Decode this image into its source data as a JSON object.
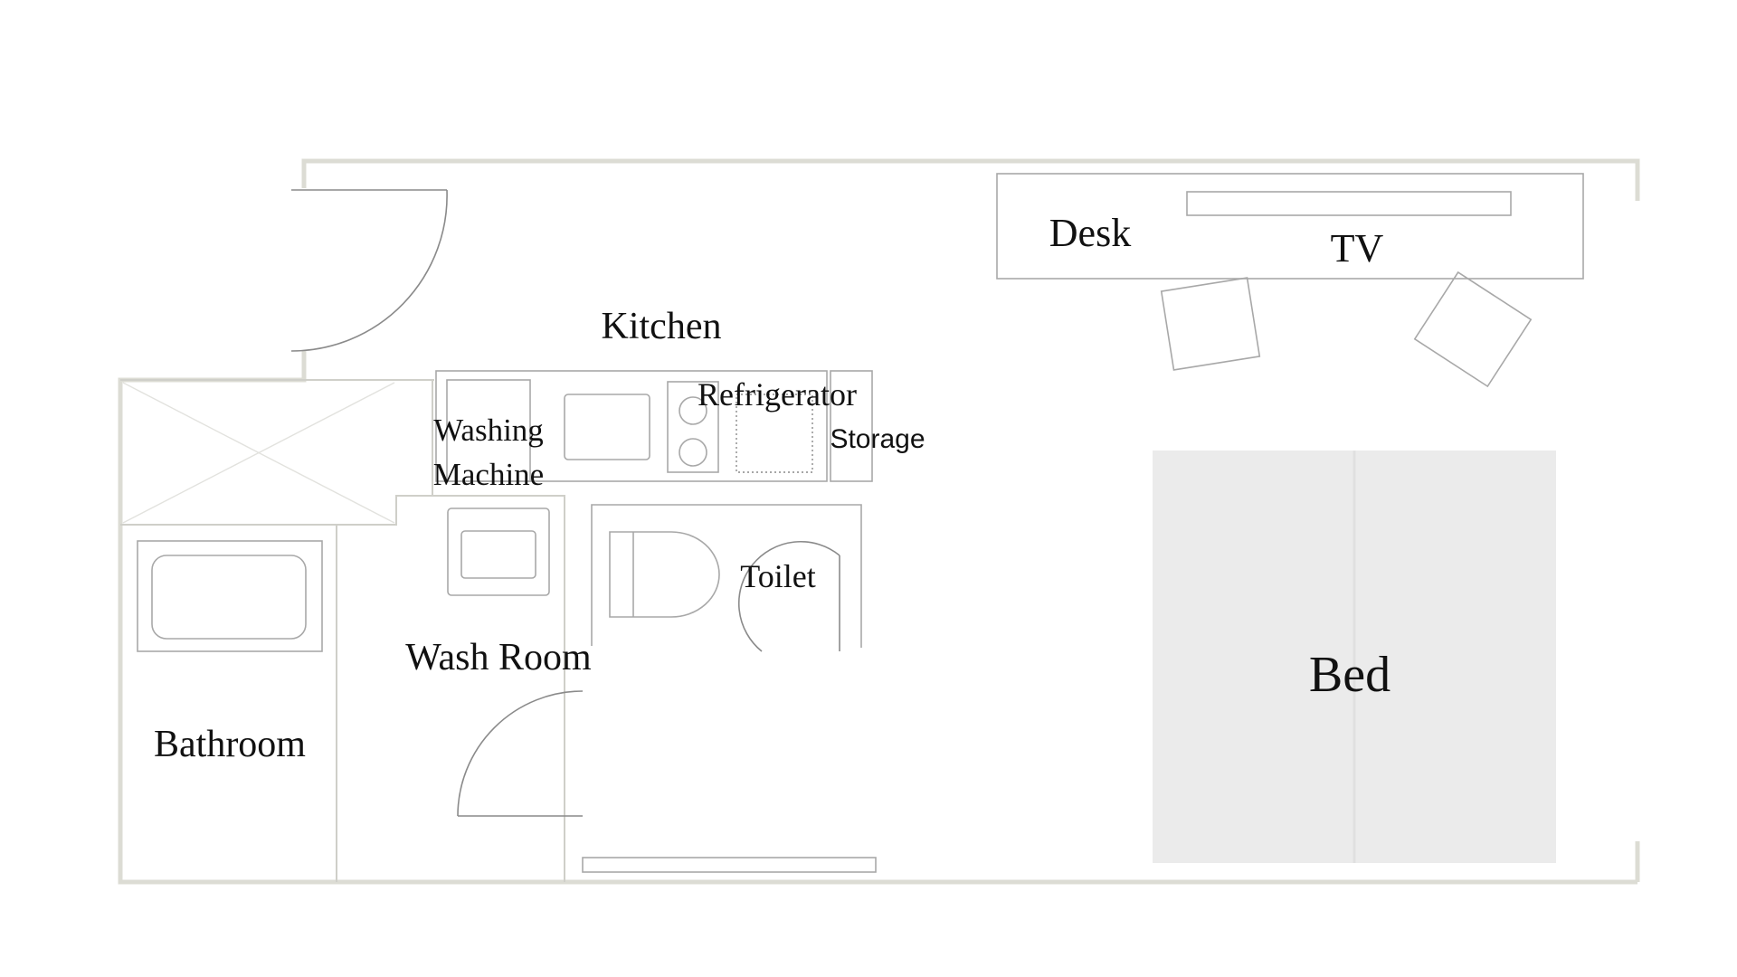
{
  "labels": {
    "kitchen": "Kitchen",
    "desk": "Desk",
    "tv": "TV",
    "refrigerator": "Refrigerator",
    "storage": "Storage",
    "washing_line1": "Washing",
    "washing_line2": "Machine",
    "toilet": "Toilet",
    "wash_room": "Wash Room",
    "bathroom": "Bathroom",
    "bed": "Bed"
  },
  "colors": {
    "walls": "#dcdcd4",
    "fixtures": "#a8a8a8",
    "bed_fill": "#ebebeb",
    "text": "#111111"
  }
}
